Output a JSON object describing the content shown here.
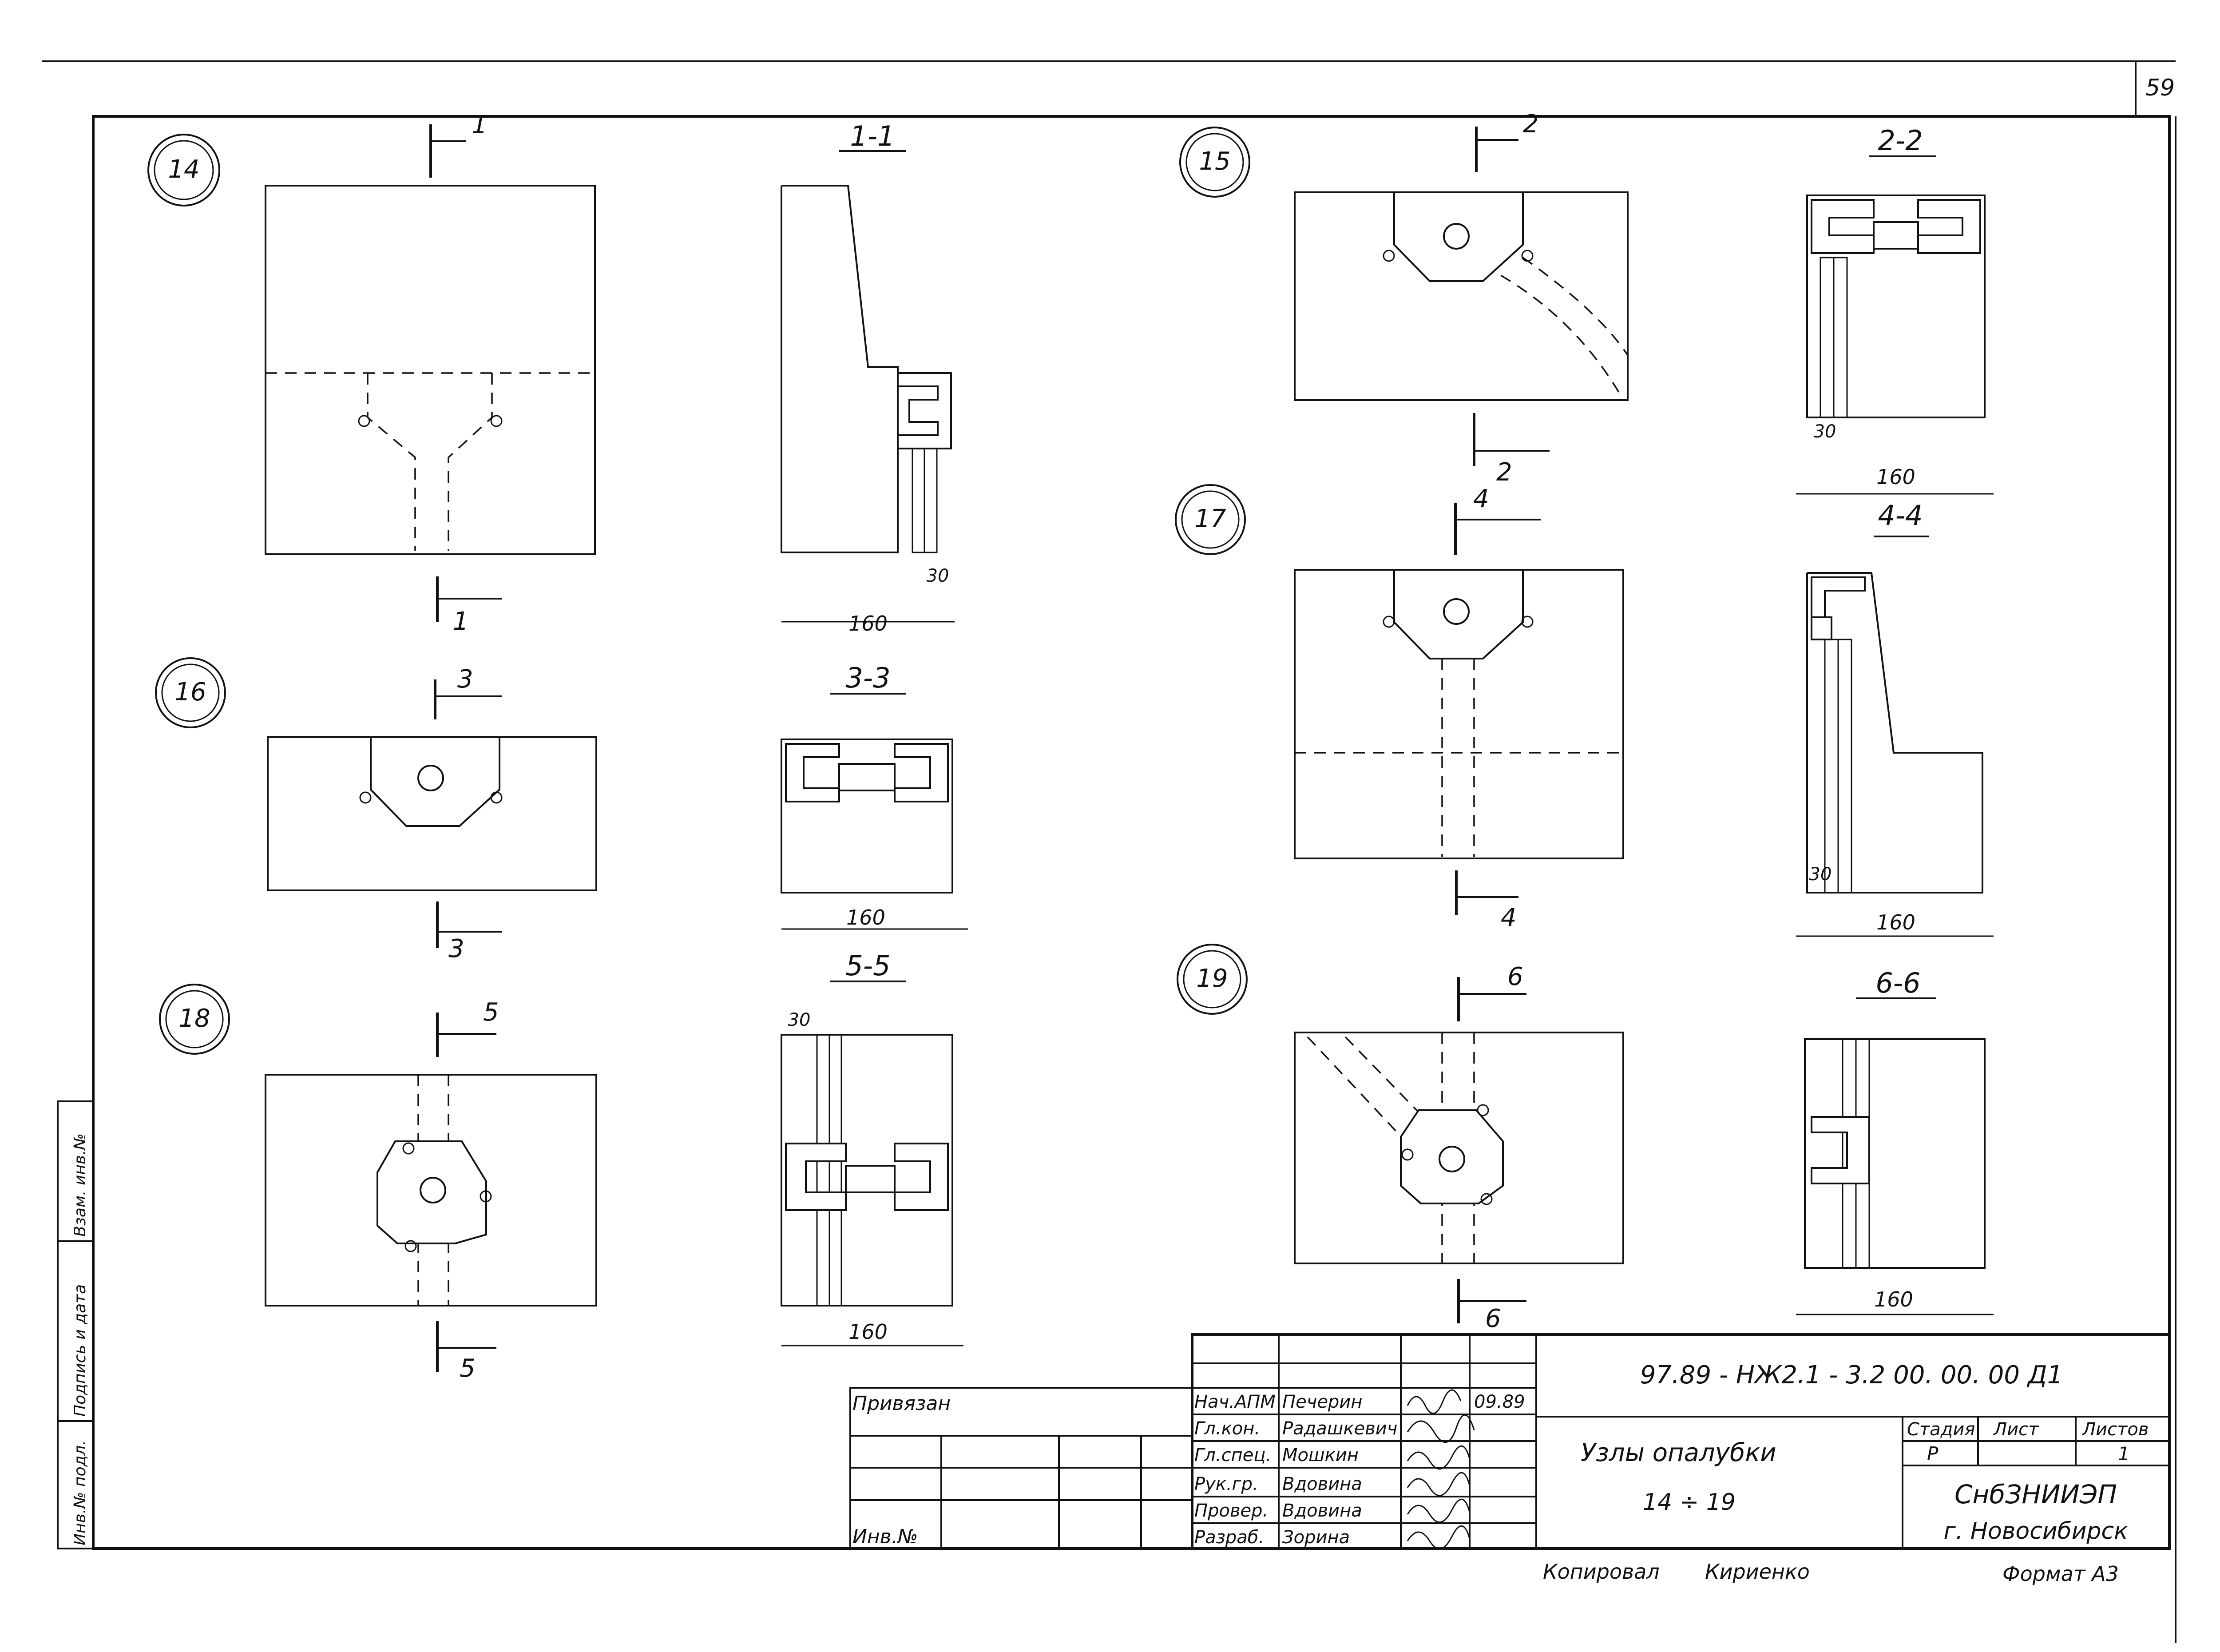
{
  "sheet": {
    "page_number": "59",
    "title_block": {
      "doc_code": "97.89 - НЖ2.1 - 3.2  00. 00. 00 Д1",
      "title_line1": "Узлы опалубки",
      "title_line2": "14 ÷ 19",
      "org_line1": "СнбЗНИИЭП",
      "org_line2": "г. Новосибирск",
      "stage_header": "Стадия",
      "sheet_header": "Лист",
      "sheets_header": "Листов",
      "stage_value": "Р",
      "sheets_value": "1",
      "copied_label": "Копировал",
      "copied_name": "Кириенко",
      "format_label": "Формат  А3",
      "date": "09.89",
      "privyazan": "Привязан",
      "inv_no": "Инв.№",
      "roles": [
        {
          "role": "Нач.АПМ",
          "name": "Печерин"
        },
        {
          "role": "Гл.кон.",
          "name": "Радашкевич"
        },
        {
          "role": "Гл.спец.",
          "name": "Мошкин"
        },
        {
          "role": "Рук.гр.",
          "name": "Вдовина"
        },
        {
          "role": "Провер.",
          "name": "Вдовина"
        },
        {
          "role": "Разраб.",
          "name": "Зорина"
        }
      ]
    },
    "side_stamp": {
      "col1": "Инв.№ подл.",
      "col2": "Подпись и дата",
      "col3": "Взам. инв.№"
    }
  },
  "nodes": [
    {
      "number": "14",
      "section_mark": "1",
      "section_title": "1-1",
      "dims": [
        "160",
        "30"
      ]
    },
    {
      "number": "15",
      "section_mark": "2",
      "section_title": "2-2",
      "dims": [
        "160",
        "30"
      ]
    },
    {
      "number": "16",
      "section_mark": "3",
      "section_title": "3-3",
      "dims": [
        "160"
      ]
    },
    {
      "number": "17",
      "section_mark": "4",
      "section_title": "4-4",
      "dims": [
        "160",
        "30"
      ]
    },
    {
      "number": "18",
      "section_mark": "5",
      "section_title": "5-5",
      "dims": [
        "160",
        "30"
      ]
    },
    {
      "number": "19",
      "section_mark": "6",
      "section_title": "6-6",
      "dims": [
        "160"
      ]
    }
  ]
}
